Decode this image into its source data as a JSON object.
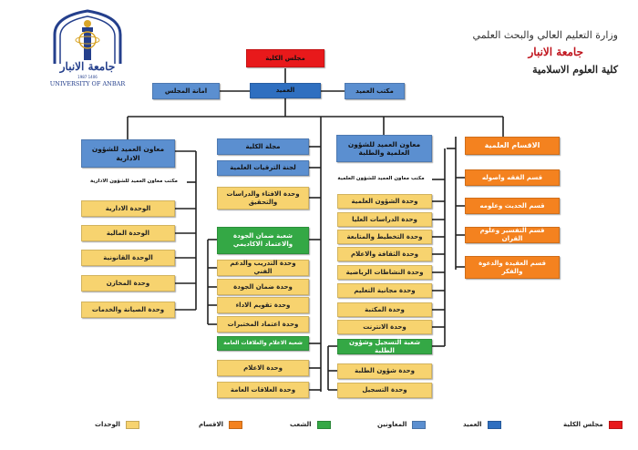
{
  "header": {
    "ministry": "وزارة التعليم العالي والبحث العلمي",
    "university": "جامعة الانبار",
    "college": "كلية العلوم الاسلامية",
    "logo_text": "جامعة الانبار",
    "logo_caption": "UNIVERSITY OF ANBAR",
    "logo_years": "1987    1406"
  },
  "top": {
    "college_council": "مجلس الكلية",
    "dean": "العميد",
    "council_secretariat": "امانة المجلس",
    "dean_office": "مكتب العميد"
  },
  "col_admin": {
    "head": "معاون العميد للشؤون الادارية",
    "office": "مكتب معاون العميد للشؤون الادارية",
    "units": [
      "الوحدة الادارية",
      "الوحدة المالية",
      "الوحدة القانونية",
      "وحدة المخازن",
      "وحدة الصيانة والخدمات"
    ]
  },
  "col_direct": {
    "items": [
      "مجلة الكلية",
      "لجنة الترقيات العلمية",
      "وحدة الافتاء والدراسات والتحقيق"
    ],
    "quality_division": "شعبة ضمان الجودة والاعتماد الاكاديمي",
    "quality_units": [
      "وحدة التدريب والدعم الفني",
      "وحدة ضمان الجودة",
      "وحدة تقويم الاداء",
      "وحدة اعتماد المختبرات"
    ],
    "media_division": "شعبة الاعلام والعلاقات العامة",
    "media_units": [
      "وحدة الاعلام",
      "وحدة العلاقات العامة"
    ]
  },
  "col_scientific": {
    "head": "معاون العميد للشؤون العلمية والطلبة",
    "office": "مكتب معاون العميد للشؤون العلمية",
    "units": [
      "وحدة الشؤون العلمية",
      "وحدة الدراسات العليا",
      "وحدة التخطيط والمتابعة",
      "وحدة الثقافة والاعلام",
      "وحدة النشاطات الرياضية",
      "وحدة مجانية التعليم",
      "وحدة المكتبة",
      "وحدة الانترنت"
    ],
    "registration_division": "شعبة التسجيل وشؤون الطلبة",
    "registration_units": [
      "وحدة شؤون الطلبة",
      "وحدة التسجيل"
    ]
  },
  "col_departments": {
    "head": "الاقسام العلمية",
    "items": [
      "قسم الفقه واصوله",
      "قسم الحديث وعلومه",
      "قسم التفسير وعلوم القران",
      "قسم العقيدة والدعوة والفكر"
    ]
  },
  "legend": [
    {
      "label": "مجلس الكلية",
      "color": "#e8191b"
    },
    {
      "label": "العميد",
      "color": "#2f6fc0"
    },
    {
      "label": "المعاونين",
      "color": "#5b8fd0"
    },
    {
      "label": "الشعب",
      "color": "#34a845"
    },
    {
      "label": "الاقسام",
      "color": "#f4821f"
    },
    {
      "label": "الوحدات",
      "color": "#f7d36f"
    }
  ]
}
